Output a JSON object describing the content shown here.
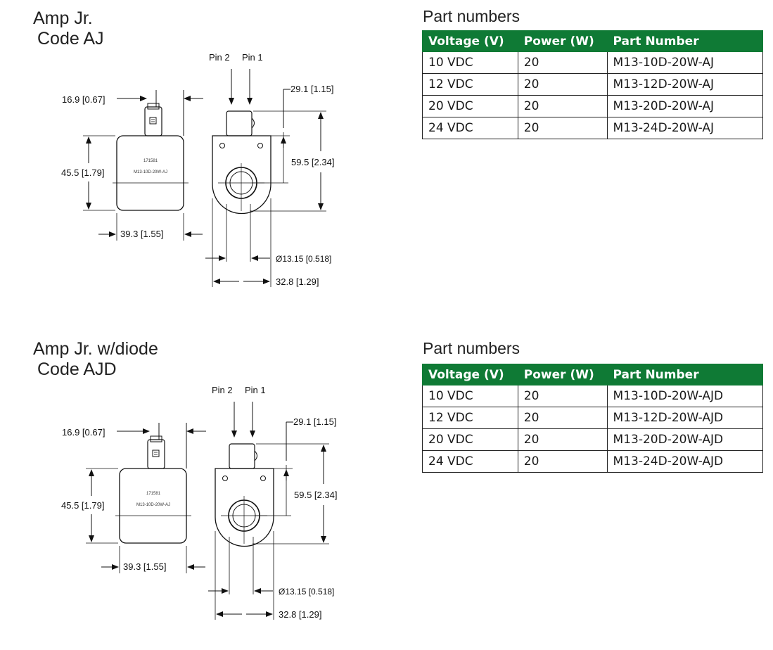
{
  "sections": [
    {
      "title_line1": "Amp Jr.",
      "title_line2": "Code AJ",
      "label_number": "171581",
      "label_part": "M13-10D-20W-AJ",
      "caption": "Part numbers",
      "headers": [
        "Voltage (V)",
        "Power (W)",
        "Part Number"
      ],
      "rows": [
        [
          "10 VDC",
          "20",
          "M13-10D-20W-AJ"
        ],
        [
          "12 VDC",
          "20",
          "M13-12D-20W-AJ"
        ],
        [
          "20 VDC",
          "20",
          "M13-20D-20W-AJ"
        ],
        [
          "24 VDC",
          "20",
          "M13-24D-20W-AJ"
        ]
      ]
    },
    {
      "title_line1": "Amp Jr. w/diode",
      "title_line2": "Code AJD",
      "label_number": "171581",
      "label_part": "M13-10D-20W-AJ",
      "caption": "Part numbers",
      "headers": [
        "Voltage (V)",
        "Power (W)",
        "Part Number"
      ],
      "rows": [
        [
          "10 VDC",
          "20",
          "M13-10D-20W-AJD"
        ],
        [
          "12 VDC",
          "20",
          "M13-12D-20W-AJD"
        ],
        [
          "20 VDC",
          "20",
          "M13-20D-20W-AJD"
        ],
        [
          "24 VDC",
          "20",
          "M13-24D-20W-AJD"
        ]
      ]
    }
  ],
  "dimensions": {
    "pin2": "Pin 2",
    "pin1": "Pin 1",
    "d_16_9": "16.9 [0.67]",
    "d_29_1": "29.1 [1.15]",
    "d_45_5": "45.5 [1.79]",
    "d_59_5": "59.5 [2.34]",
    "d_39_3": "39.3 [1.55]",
    "d_13_15": "Ø13.15 [0.518]",
    "d_32_8": "32.8 [1.29]"
  }
}
